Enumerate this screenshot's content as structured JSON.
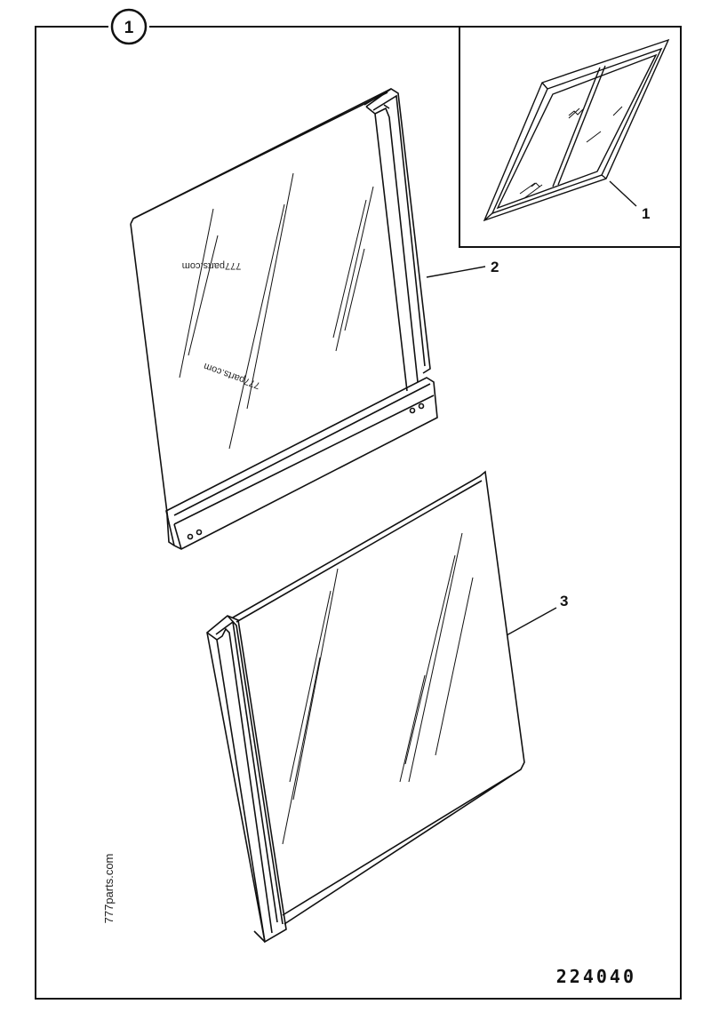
{
  "header": {
    "assembly_number": "1"
  },
  "inset": {
    "callout_1": "1"
  },
  "parts": {
    "callout_2": "2",
    "callout_3": "3"
  },
  "watermarks": {
    "glass_upper": "777parts.com",
    "glass_lower": "777parts.com",
    "side": "777parts.com"
  },
  "figure_number": "224040",
  "colors": {
    "line": "#111111",
    "background": "#ffffff"
  }
}
